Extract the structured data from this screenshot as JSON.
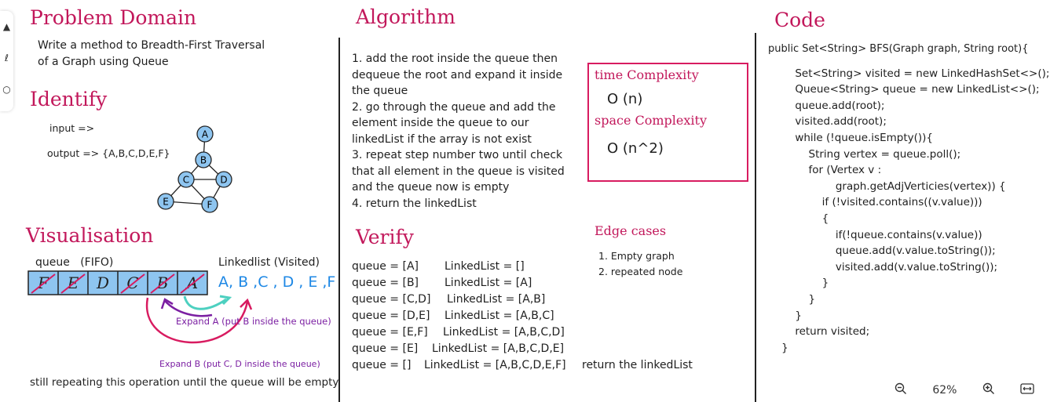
{
  "problem": {
    "title": "Problem Domain",
    "lines": [
      "Write a method to Breadth-First Traversal",
      "of a Graph using Queue"
    ]
  },
  "identify": {
    "title": "Identify",
    "input": "input =>",
    "output": "output => {A,B,C,D,E,F}",
    "nodes": [
      "A",
      "B",
      "C",
      "D",
      "E",
      "F"
    ]
  },
  "visualisation": {
    "title": "Visualisation",
    "queue_label": "queue   (FIFO)",
    "linked_label": "Linkedlist (Visited)",
    "queue_cells": [
      "F",
      "E",
      "D",
      "C",
      "B",
      "A"
    ],
    "linked_items": "A, B ,C , D , E ,F",
    "expand_a": "Expand A (put B inside the queue)",
    "expand_b": "Expand B (put C, D inside the queue)",
    "footer": "still repeating this operation until the queue will be empty"
  },
  "algorithm": {
    "title": "Algorithm",
    "lines": [
      "1. add the root inside the queue then",
      "dequeue the root and expand it inside",
      "the queue",
      "2. go through the queue and add the",
      "element inside the queue to our",
      "linkedList if the array is not exist",
      "3. repeat step number two until check",
      "that all element in the queue is visited",
      "and the queue now is empty",
      "4. return the linkedList"
    ]
  },
  "complexity": {
    "time_label": "time Complexity",
    "time_value": "O (n)",
    "space_label": "space Complexity",
    "space_value": "O (n^2)"
  },
  "edge_cases": {
    "title": "Edge cases",
    "items": [
      "1. Empty graph",
      "2. repeated node"
    ]
  },
  "verify": {
    "title": "Verify",
    "rows": [
      {
        "queue": "queue = [A]",
        "list": "LinkedList = []"
      },
      {
        "queue": "queue = [B]",
        "list": "LinkedList = [A]"
      },
      {
        "queue": "queue = [C,D]",
        "list": "LinkedList = [A,B]"
      },
      {
        "queue": "queue = [D,E]",
        "list": "LinkedList = [A,B,C]"
      },
      {
        "queue": "queue = [E,F]",
        "list": "LinkedList = [A,B,C,D]"
      },
      {
        "queue": "queue = [E]",
        "list": "LinkedList = [A,B,C,D,E]"
      },
      {
        "queue": "queue = []",
        "list": "LinkedList = [A,B,C,D,E,F]"
      }
    ],
    "note": "return the linkedList"
  },
  "code": {
    "title": "Code",
    "lines": [
      "public Set<String> BFS(Graph graph, String root){",
      "",
      "        Set<String> visited = new LinkedHashSet<>();",
      "        Queue<String> queue = new LinkedList<>();",
      "        queue.add(root);",
      "        visited.add(root);",
      "",
      "        while (!queue.isEmpty()){",
      "            String vertex = queue.poll();",
      "            for (Vertex v :",
      "                    graph.getAdjVerticies(vertex)) {",
      "                if (!visited.contains((v.value)))",
      "                {",
      "                    if(!queue.contains(v.value))",
      "                    queue.add(v.value.toString());",
      "                    visited.add(v.value.toString());",
      "                }",
      "            }",
      "        }",
      "        return visited;",
      "    }"
    ]
  },
  "zoom": {
    "level": "62%",
    "zoom_out_icon": "zoom-out-icon",
    "zoom_in_icon": "zoom-in-icon",
    "fit_icon": "fit-width-icon"
  },
  "colors": {
    "title": "#c2185b",
    "node_fill": "#8ec5f0",
    "purple": "#7b1fa2",
    "pink": "#d81b60",
    "teal": "#4dd0c0",
    "linked": "#1e88e5"
  }
}
